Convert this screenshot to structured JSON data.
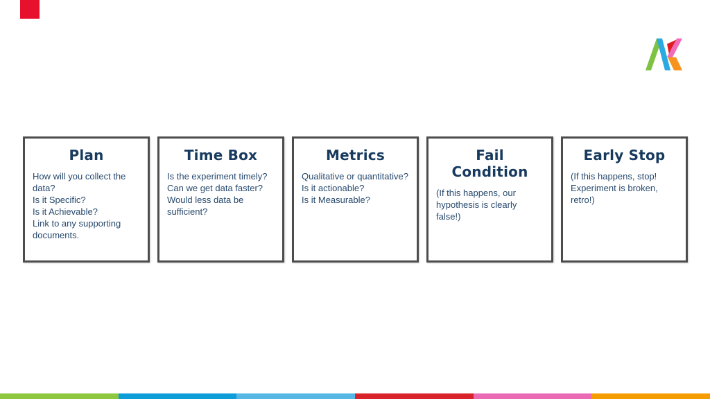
{
  "slide": {
    "text_color": "#173a5e",
    "card_border_color": "#4d4d4d",
    "cards": [
      {
        "title": "Plan",
        "body": "How will you collect the data?\nIs it Specific?\nIs it Achievable?\nLink to any supporting documents."
      },
      {
        "title": "Time Box",
        "body": "Is the experiment timely?\nCan we get data faster?\nWould less data be sufficient?"
      },
      {
        "title": "Metrics",
        "body": "Qualitative or quantitative?\nIs it actionable?\nIs it Measurable?"
      },
      {
        "title": "Fail Condition",
        "body": "(If this happens, our hypothesis is clearly false!)"
      },
      {
        "title": "Early Stop",
        "body": "(If this happens, stop! Experiment is broken, retro!)"
      }
    ]
  },
  "decor": {
    "red_square_color": "#e8112d"
  },
  "logo": {
    "colors": {
      "green": "#7dc242",
      "blue": "#2ba9e0",
      "pink": "#f16bb9",
      "red": "#e11b22",
      "orange": "#f7941e"
    }
  },
  "footer_stripe": {
    "colors": [
      "#8dc63f",
      "#0d9dd9",
      "#56b7e5",
      "#d8232a",
      "#ea6bb4",
      "#f59c00"
    ]
  }
}
